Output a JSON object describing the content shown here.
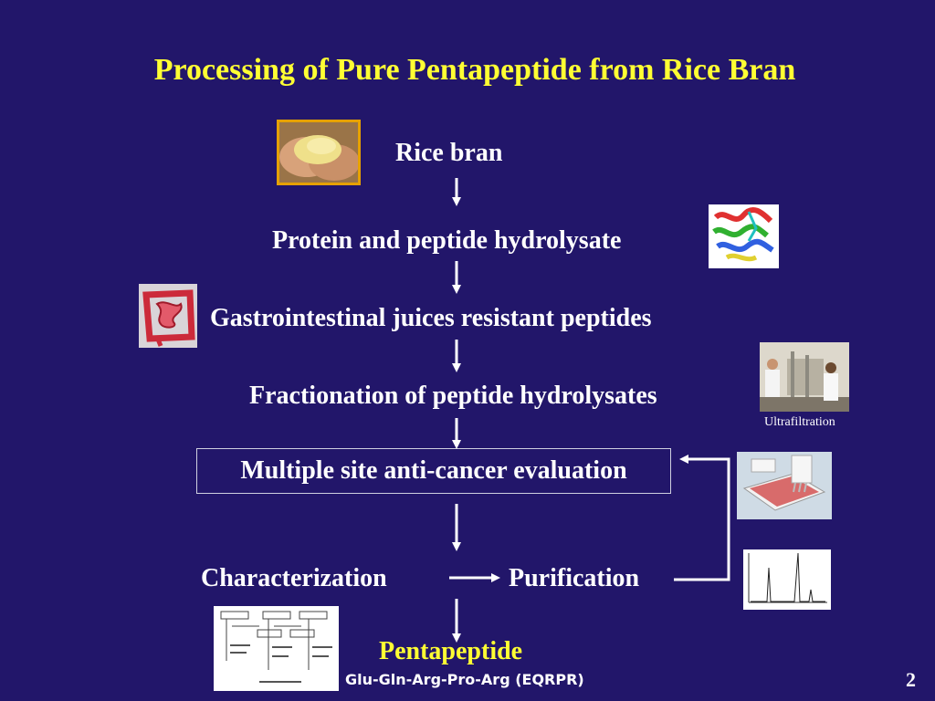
{
  "slide": {
    "title": "Processing of Pure Pentapeptide from Rice Bran",
    "page_number": "2",
    "steps": {
      "rice_bran": "Rice bran",
      "hydrolysate": "Protein and peptide hydrolysate",
      "gi_resistant": "Gastrointestinal juices resistant peptides",
      "fractionation": "Fractionation of peptide hydrolysates",
      "anticancer": "Multiple site anti-cancer evaluation",
      "characterization": "Characterization",
      "purification": "Purification",
      "pentapeptide": "Pentapeptide"
    },
    "ultrafiltration_label": "Ultrafiltration",
    "sequence": "Glu-Gln-Arg-Pro-Arg (EQRPR)"
  },
  "images": {
    "rice_bran_photo": "rice-bran-in-hands-photo",
    "protein_structure": "protein-ribbon-structure-image",
    "intestine": "intestine-illustration",
    "lab_photo": "ultrafiltration-lab-photo",
    "microplate": "microplate-pipette-photo",
    "chromatogram": "hplc-chromatogram",
    "chemical_structure": "pentapeptide-chemical-structure"
  },
  "colors": {
    "background": "#22166a",
    "title": "#ffff33",
    "text": "#ffffff",
    "highlight": "#ffff33"
  }
}
